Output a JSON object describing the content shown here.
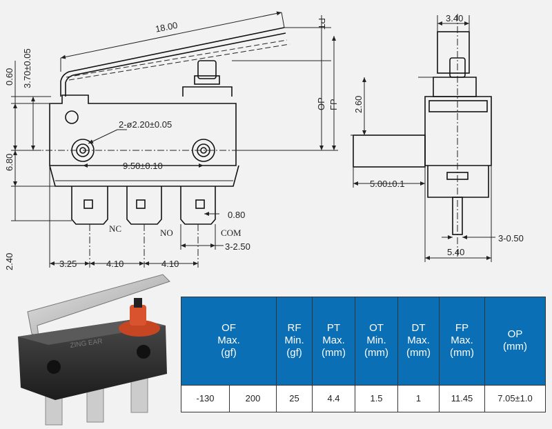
{
  "dimensions": {
    "pt": "PT",
    "op": "OP",
    "fp": "FP",
    "lever_length": "18.00",
    "v_0_60": "0.60",
    "v_3_70": "3.70±0.05",
    "v_6_80": "6.80",
    "v_2_40": "2.40",
    "hole_dia": "2-ø2.20±0.05",
    "hole_pitch": "9.50±0.10",
    "t_0_80": "0.80",
    "t_2_50": "3-2.50",
    "nc": "NC",
    "no": "NO",
    "com": "COM",
    "h_3_25": "3.25",
    "h_4_10a": "4.10",
    "h_4_10b": "4.10",
    "side_3_40": "3.40",
    "side_2_60": "2.60",
    "side_5_00": "5.00±0.1",
    "side_0_50": "3-0.50",
    "side_5_40": "5.40"
  },
  "photo": {
    "brand": "ZING EAR"
  },
  "table": {
    "headers": [
      "OF\nMax.\n(gf)",
      "RF\nMin.\n(gf)",
      "PT\nMax.\n(mm)",
      "OT\nMin.\n(mm)",
      "DT\nMax.\n(mm)",
      "FP\nMax.\n(mm)",
      "OP\n(mm)"
    ],
    "values": [
      "-130",
      "200",
      "25",
      "4.4",
      "1.5",
      "1",
      "11.45",
      "7.05±1.0"
    ]
  }
}
